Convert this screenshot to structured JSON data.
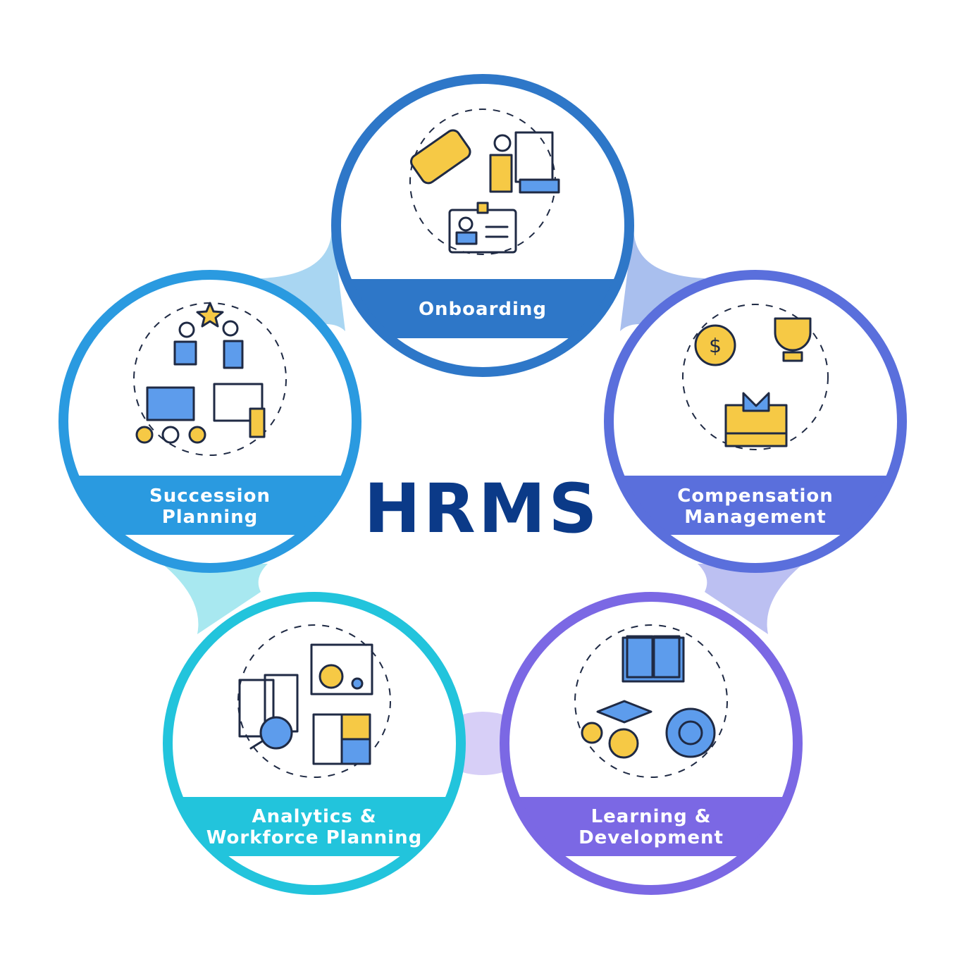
{
  "title": "HRMS",
  "colors": {
    "title": "#0b3a88"
  },
  "nodes": [
    {
      "id": "onboarding",
      "lines": [
        "Onboarding"
      ],
      "color": "#2e77c8",
      "icons": [
        "handshake-icon",
        "presentation-icon",
        "id-badge-icon"
      ]
    },
    {
      "id": "compensation",
      "lines": [
        "Compensation",
        "Management"
      ],
      "color": "#5a6fdc",
      "icons": [
        "money-bag-icon",
        "trophy-icon",
        "gift-card-icon"
      ]
    },
    {
      "id": "learning",
      "lines": [
        "Learning &",
        "Development"
      ],
      "color": "#7b68e4",
      "icons": [
        "book-icon",
        "graduation-cap-icon",
        "gear-star-icon"
      ]
    },
    {
      "id": "analytics",
      "lines": [
        "Analytics &",
        "Workforce Planning"
      ],
      "color": "#22c4dc",
      "icons": [
        "profiles-search-icon",
        "target-board-icon",
        "puzzle-icon"
      ]
    },
    {
      "id": "succession",
      "lines": [
        "Succession",
        "Planning"
      ],
      "color": "#2a9ae0",
      "icons": [
        "mentor-star-icon",
        "briefcase-path-icon",
        "strategy-chess-icon"
      ]
    }
  ]
}
